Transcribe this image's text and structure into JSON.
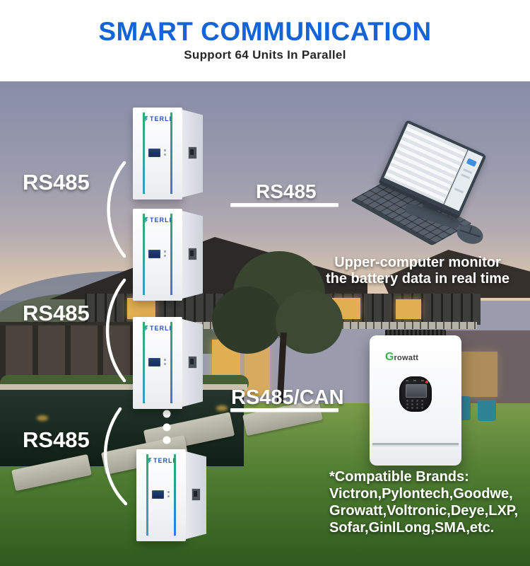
{
  "header": {
    "title": "SMART COMMUNICATION",
    "subtitle": "Support 64 Units In Parallel"
  },
  "connections": {
    "left_labels": [
      "RS485",
      "RS485",
      "RS485"
    ],
    "mid_label": "RS485",
    "inverter_label": "RS485/CAN"
  },
  "battery": {
    "brand": "TERLI"
  },
  "inverter": {
    "brand_initial": "G",
    "brand_rest": "rowatt"
  },
  "monitor_note": {
    "line1": "Upper-computer monitor",
    "line2": "the battery data in real time"
  },
  "compatible_brands": {
    "line1": "*Compatible Brands:",
    "line2": "Victron,Pylontech,Goodwe,",
    "line3": "Growatt,Voltronic,Deye,LXP,",
    "line4": "Sofar,GinlLong,SMA,etc."
  },
  "colors": {
    "title_blue": "#1464d8",
    "label_white": "#ffffff",
    "growatt_green": "#3bb44a",
    "terli_blue": "#2356b2",
    "stripe_green": "#2fae6e",
    "stripe_blue": "#3a79e0"
  }
}
